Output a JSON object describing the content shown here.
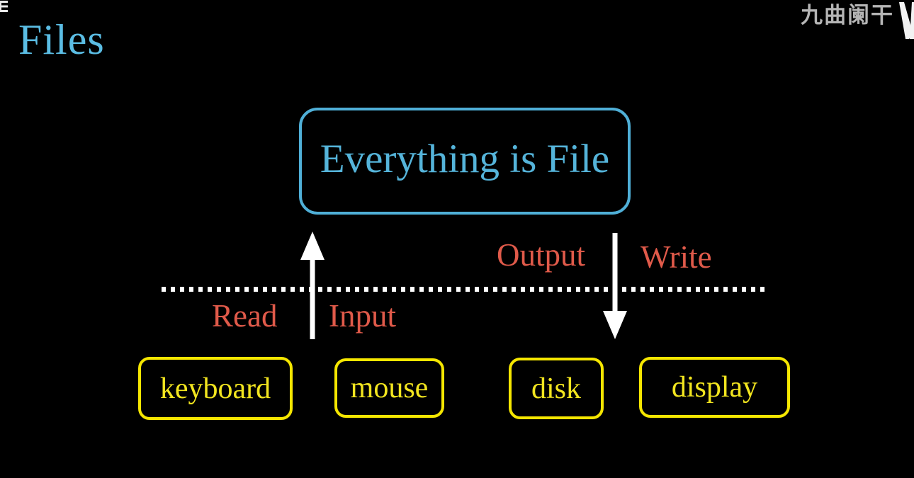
{
  "slide": {
    "title": "Files",
    "title_color": "#5bbde4",
    "background_color": "#000000"
  },
  "watermark": {
    "text": "九曲阑干",
    "text_color": "#b5b5b5",
    "logo": "white-v-mark"
  },
  "diagram": {
    "main_box": {
      "label": "Everything is File",
      "color": "#4fafd7"
    },
    "boundary_line": {
      "style": "dotted",
      "color": "#ffffff"
    },
    "arrows": {
      "up": {
        "direction": "up",
        "color": "#ffffff",
        "meaning": "input-read"
      },
      "down": {
        "direction": "down",
        "color": "#ffffff",
        "meaning": "output-write"
      }
    },
    "labels": {
      "read": "Read",
      "input": "Input",
      "output": "Output",
      "write": "Write",
      "color": "#e05a4a"
    },
    "devices": {
      "border_color": "#f5e600",
      "text_color": "#f2e51f",
      "items": [
        {
          "label": "keyboard"
        },
        {
          "label": "mouse"
        },
        {
          "label": "disk"
        },
        {
          "label": "display"
        }
      ]
    }
  }
}
